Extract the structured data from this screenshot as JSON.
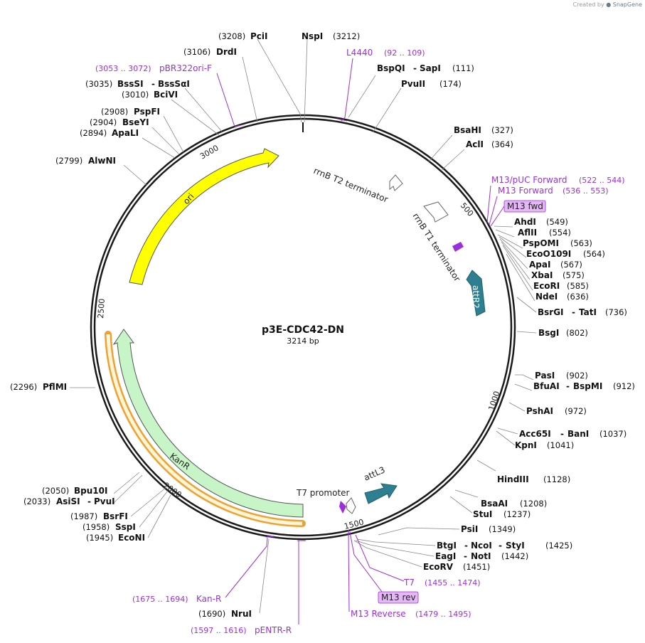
{
  "credit": {
    "prefix": "Created by",
    "brand": "SnapGene"
  },
  "plasmid": {
    "name": "p3E-CDC42-DN",
    "length": "3214 bp"
  },
  "ticks": [
    "500",
    "1000",
    "1500",
    "2000",
    "2500",
    "3000"
  ],
  "features": [
    {
      "label": "ori",
      "color": "#ffff00"
    },
    {
      "label": "KanR",
      "color": "#c8f5c8"
    },
    {
      "label": "rrnB T2 terminator",
      "color": "#ffffff"
    },
    {
      "label": "rrnB T1 terminator",
      "color": "#ffffff"
    },
    {
      "label": "attR2",
      "color": "#2e7f8f"
    },
    {
      "label": "attL3",
      "color": "#2e7f8f"
    },
    {
      "label": "T7 promoter",
      "color": "#ffffff"
    }
  ],
  "enzymes": [
    {
      "name": "PciI",
      "pos": "(3208)"
    },
    {
      "name": "NspI",
      "pos": "(3212)"
    },
    {
      "name": "DrdI",
      "pos": "(3106)"
    },
    {
      "name": "BspQI",
      "name2": "SapI",
      "pos": "(111)"
    },
    {
      "name": "PvuII",
      "pos": "(174)"
    },
    {
      "name": "BssSI",
      "name2": "BssSαI",
      "pos": "(3035)"
    },
    {
      "name": "BciVI",
      "pos": "(3010)"
    },
    {
      "name": "PspFI",
      "pos": "(2908)"
    },
    {
      "name": "BseYI",
      "pos": "(2904)"
    },
    {
      "name": "ApaLI",
      "pos": "(2894)"
    },
    {
      "name": "BsaHI",
      "pos": "(327)"
    },
    {
      "name": "AclI",
      "pos": "(364)"
    },
    {
      "name": "AlwNI",
      "pos": "(2799)"
    },
    {
      "name": "AhdI",
      "pos": "(549)"
    },
    {
      "name": "AflII",
      "pos": "(554)"
    },
    {
      "name": "PspOMI",
      "pos": "(563)"
    },
    {
      "name": "EcoO109I",
      "pos": "(564)"
    },
    {
      "name": "ApaI",
      "pos": "(567)"
    },
    {
      "name": "XbaI",
      "pos": "(575)"
    },
    {
      "name": "EcoRI",
      "pos": "(585)"
    },
    {
      "name": "NdeI",
      "pos": "(636)"
    },
    {
      "name": "BsrGI",
      "name2": "TatI",
      "pos": "(736)"
    },
    {
      "name": "BsgI",
      "pos": "(802)"
    },
    {
      "name": "PasI",
      "pos": "(902)"
    },
    {
      "name": "BfuAI",
      "name2": "BspMI",
      "pos": "(912)"
    },
    {
      "name": "PflMI",
      "pos": "(2296)"
    },
    {
      "name": "PshAI",
      "pos": "(972)"
    },
    {
      "name": "Acc65I",
      "name2": "BanI",
      "pos": "(1037)"
    },
    {
      "name": "KpnI",
      "pos": "(1041)"
    },
    {
      "name": "HindIII",
      "pos": "(1128)"
    },
    {
      "name": "Bpu10I",
      "pos": "(2050)"
    },
    {
      "name": "AsiSI",
      "name2": "PvuI",
      "pos": "(2033)"
    },
    {
      "name": "BsaAI",
      "pos": "(1208)"
    },
    {
      "name": "StuI",
      "pos": "(1237)"
    },
    {
      "name": "BsrFI",
      "pos": "(1987)"
    },
    {
      "name": "SspI",
      "pos": "(1958)"
    },
    {
      "name": "EcoNI",
      "pos": "(1945)"
    },
    {
      "name": "PsiI",
      "pos": "(1349)"
    },
    {
      "name": "BtgI",
      "name2": "NcoI",
      "name3": "StyI",
      "pos": "(1425)"
    },
    {
      "name": "EagI",
      "name2": "NotI",
      "pos": "(1442)"
    },
    {
      "name": "EcoRV",
      "pos": "(1451)"
    },
    {
      "name": "NruI",
      "pos": "(1690)"
    }
  ],
  "primers": [
    {
      "name": "L4440",
      "range": "(92 .. 109)"
    },
    {
      "name": "pBR322ori-F",
      "range": "(3053 .. 3072)"
    },
    {
      "name": "M13/pUC Forward",
      "range": "(522 .. 544)"
    },
    {
      "name": "M13 Forward",
      "range": "(536 .. 553)"
    },
    {
      "name": "M13 fwd",
      "boxed": true
    },
    {
      "name": "T7",
      "range": "(1455 .. 1474)"
    },
    {
      "name": "M13 rev",
      "boxed": true
    },
    {
      "name": "M13 Reverse",
      "range": "(1479 .. 1495)"
    },
    {
      "name": "Kan-R",
      "range": "(1675 .. 1694)"
    },
    {
      "name": "pENTR-R",
      "range": "(1597 .. 1616)"
    }
  ]
}
